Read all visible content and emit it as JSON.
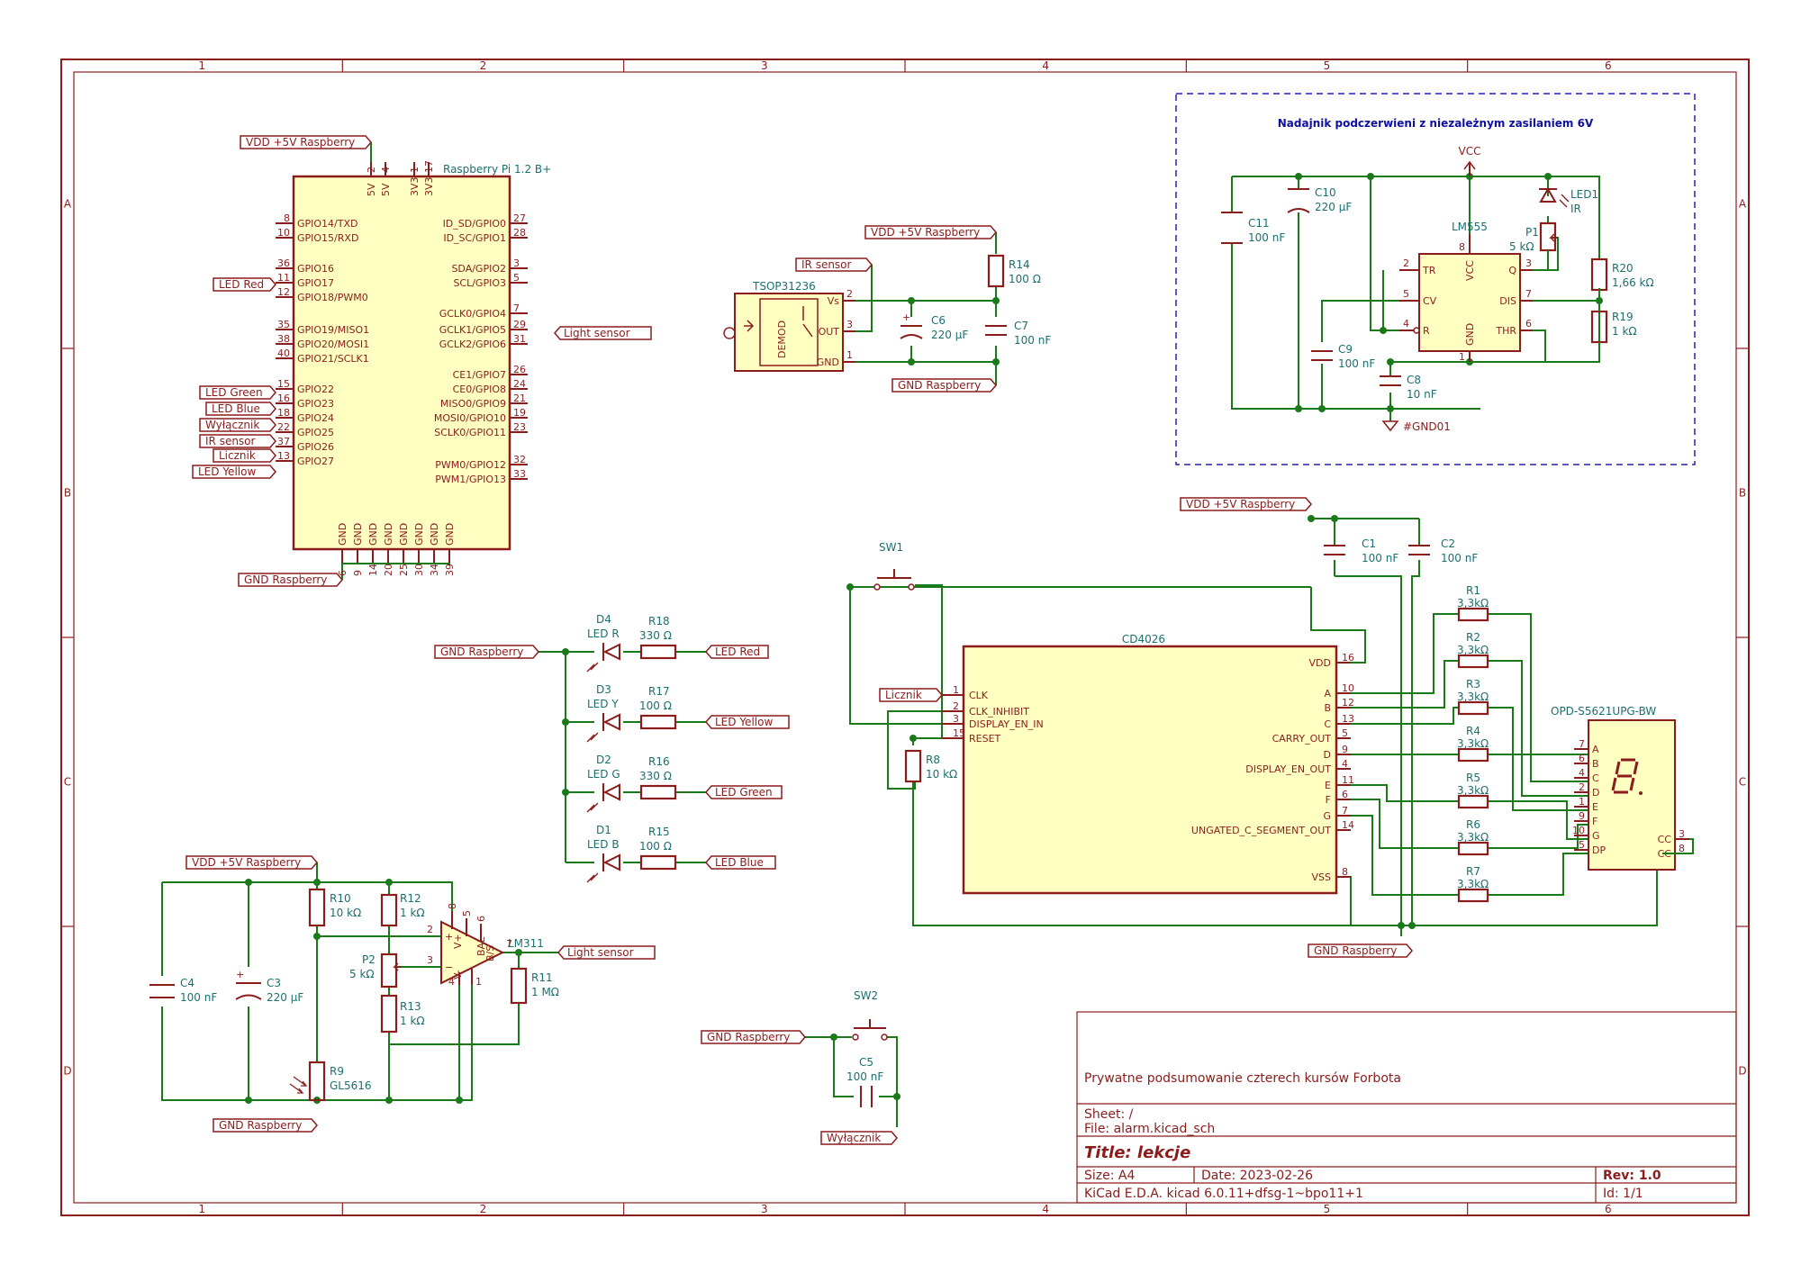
{
  "border": {
    "columns": [
      "1",
      "2",
      "3",
      "4",
      "5",
      "6"
    ],
    "rows": [
      "A",
      "B",
      "C",
      "D"
    ]
  },
  "title_block": {
    "comment": "Prywatne podsumowanie czterech kursów Forbota",
    "sheet": "Sheet: /",
    "file": "File: alarm.kicad_sch",
    "title": "Title: lekcje",
    "size": "Size: A4",
    "date": "Date: 2023-02-26",
    "rev": "Rev: 1.0",
    "generator": "KiCad E.D.A.  kicad 6.0.11+dfsg-1~bpo11+1",
    "id": "Id: 1/1"
  },
  "note_box": {
    "text": "Nadajnik podczerwieni z niezależnym zasilaniem 6V"
  },
  "labels": {
    "vdd_5v": "VDD +5V Raspberry",
    "gnd": "GND Raspberry",
    "led_red": "LED Red",
    "led_green": "LED Green",
    "led_blue": "LED Blue",
    "led_yellow": "LED Yellow",
    "wylacznik": "Wyłącznik",
    "ir_sensor": "IR sensor",
    "licznik": "Licznik",
    "light_sensor": "Light sensor",
    "vcc": "VCC",
    "gnd01": "#GND01"
  },
  "rpi": {
    "name": "Raspberry Pi 1.2 B+",
    "top_pins": [
      {
        "name": "5V",
        "num": "2"
      },
      {
        "name": "5V",
        "num": "4"
      },
      {
        "name": "3V3",
        "num": "1"
      },
      {
        "name": "3V3",
        "num": "17"
      }
    ],
    "left_pins": [
      {
        "name": "GPIO14/TXD",
        "num": "8"
      },
      {
        "name": "GPIO15/RXD",
        "num": "10"
      },
      {
        "name": "GPIO16",
        "num": "36"
      },
      {
        "name": "GPIO17",
        "num": "11"
      },
      {
        "name": "GPIO18/PWM0",
        "num": "12"
      },
      {
        "name": "GPIO19/MISO1",
        "num": "35"
      },
      {
        "name": "GPIO20/MOSI1",
        "num": "38"
      },
      {
        "name": "GPIO21/SCLK1",
        "num": "40"
      },
      {
        "name": "GPIO22",
        "num": "15"
      },
      {
        "name": "GPIO23",
        "num": "16"
      },
      {
        "name": "GPIO24",
        "num": "18"
      },
      {
        "name": "GPIO25",
        "num": "22"
      },
      {
        "name": "GPIO26",
        "num": "37"
      },
      {
        "name": "GPIO27",
        "num": "13"
      }
    ],
    "right_pins": [
      {
        "name": "ID_SD/GPIO0",
        "num": "27"
      },
      {
        "name": "ID_SC/GPIO1",
        "num": "28"
      },
      {
        "name": "SDA/GPIO2",
        "num": "3"
      },
      {
        "name": "SCL/GPIO3",
        "num": "5"
      },
      {
        "name": "GCLK0/GPIO4",
        "num": "7"
      },
      {
        "name": "GCLK1/GPIO5",
        "num": "29"
      },
      {
        "name": "GCLK2/GPIO6",
        "num": "31"
      },
      {
        "name": "CE1/GPIO7",
        "num": "26"
      },
      {
        "name": "CE0/GPIO8",
        "num": "24"
      },
      {
        "name": "MISO0/GPIO9",
        "num": "21"
      },
      {
        "name": "MOSI0/GPIO10",
        "num": "19"
      },
      {
        "name": "SCLK0/GPIO11",
        "num": "23"
      },
      {
        "name": "PWM0/GPIO12",
        "num": "32"
      },
      {
        "name": "PWM1/GPIO13",
        "num": "33"
      }
    ],
    "gnd_pin_name": "GND",
    "gnd_pins": [
      "6",
      "9",
      "14",
      "20",
      "25",
      "30",
      "34",
      "39"
    ]
  },
  "cd4026": {
    "name": "CD4026",
    "left_pins": [
      {
        "name": "CLK",
        "num": "1"
      },
      {
        "name": "CLK_INHIBIT",
        "num": "2"
      },
      {
        "name": "DISPLAY_EN_IN",
        "num": "3"
      },
      {
        "name": "RESET",
        "num": "15"
      }
    ],
    "right_pins": [
      {
        "name": "VDD",
        "num": "16"
      },
      {
        "name": "A",
        "num": "10"
      },
      {
        "name": "B",
        "num": "12"
      },
      {
        "name": "C",
        "num": "13"
      },
      {
        "name": "CARRY_OUT",
        "num": "5"
      },
      {
        "name": "D",
        "num": "9"
      },
      {
        "name": "DISPLAY_EN_OUT",
        "num": "4"
      },
      {
        "name": "E",
        "num": "11"
      },
      {
        "name": "F",
        "num": "6"
      },
      {
        "name": "G",
        "num": "7"
      },
      {
        "name": "UNGATED_C_SEGMENT_OUT",
        "num": "14"
      },
      {
        "name": "VSS",
        "num": "8"
      }
    ]
  },
  "display": {
    "name": "OPD-S5621UPG-BW",
    "left_pins": [
      {
        "name": "A",
        "num": "7"
      },
      {
        "name": "B",
        "num": "6"
      },
      {
        "name": "C",
        "num": "4"
      },
      {
        "name": "D",
        "num": "2"
      },
      {
        "name": "E",
        "num": "1"
      },
      {
        "name": "F",
        "num": "9"
      },
      {
        "name": "G",
        "num": "10"
      },
      {
        "name": "DP",
        "num": "5"
      }
    ],
    "right_pins": [
      {
        "name": "CC",
        "num": "3"
      },
      {
        "name": "CC",
        "num": "8"
      }
    ]
  },
  "lm555": {
    "name": "LM555",
    "pins": {
      "tr": {
        "name": "TR",
        "num": "2"
      },
      "cv": {
        "name": "CV",
        "num": "5"
      },
      "r": {
        "name": "R",
        "num": "4"
      },
      "vcc": {
        "name": "VCC",
        "num": "8"
      },
      "gnd": {
        "name": "GND",
        "num": "1"
      },
      "q": {
        "name": "Q",
        "num": "3"
      },
      "dis": {
        "name": "DIS",
        "num": "7"
      },
      "thr": {
        "name": "THR",
        "num": "6"
      }
    }
  },
  "tsop": {
    "name": "TSOP31236",
    "inner": "DEMOD",
    "pins": [
      {
        "name": "Vs",
        "num": "2"
      },
      {
        "name": "OUT",
        "num": "3"
      },
      {
        "name": "GND",
        "num": "1"
      }
    ]
  },
  "lm311": {
    "name": "LM311",
    "pins": [
      "2",
      "3",
      "8",
      "5",
      "6",
      "7",
      "4",
      "1"
    ],
    "marks": [
      "V+",
      "V-",
      "BAL",
      "B/S"
    ]
  },
  "components": {
    "R1": {
      "ref": "R1",
      "value": "3,3kΩ"
    },
    "R2": {
      "ref": "R2",
      "value": "3,3kΩ"
    },
    "R3": {
      "ref": "R3",
      "value": "3,3kΩ"
    },
    "R4": {
      "ref": "R4",
      "value": "3,3kΩ"
    },
    "R5": {
      "ref": "R5",
      "value": "3,3kΩ"
    },
    "R6": {
      "ref": "R6",
      "value": "3,3kΩ"
    },
    "R7": {
      "ref": "R7",
      "value": "3,3kΩ"
    },
    "R8": {
      "ref": "R8",
      "value": "10 kΩ"
    },
    "R9": {
      "ref": "R9",
      "value": "GL5616"
    },
    "R10": {
      "ref": "R10",
      "value": "10 kΩ"
    },
    "R11": {
      "ref": "R11",
      "value": "1 MΩ"
    },
    "R12": {
      "ref": "R12",
      "value": "1 kΩ"
    },
    "R13": {
      "ref": "R13",
      "value": "1 kΩ"
    },
    "R14": {
      "ref": "R14",
      "value": "100 Ω"
    },
    "R15": {
      "ref": "R15",
      "value": "100 Ω"
    },
    "R16": {
      "ref": "R16",
      "value": "330 Ω"
    },
    "R17": {
      "ref": "R17",
      "value": "100 Ω"
    },
    "R18": {
      "ref": "R18",
      "value": "330 Ω"
    },
    "R19": {
      "ref": "R19",
      "value": "1 kΩ"
    },
    "R20": {
      "ref": "R20",
      "value": "1,66 kΩ"
    },
    "P1": {
      "ref": "P1",
      "value": "5 kΩ"
    },
    "P2": {
      "ref": "P2",
      "value": "5 kΩ"
    },
    "C1": {
      "ref": "C1",
      "value": "100 nF"
    },
    "C2": {
      "ref": "C2",
      "value": "100 nF"
    },
    "C3": {
      "ref": "C3",
      "value": "220 µF"
    },
    "C4": {
      "ref": "C4",
      "value": "100 nF"
    },
    "C5": {
      "ref": "C5",
      "value": "100 nF"
    },
    "C6": {
      "ref": "C6",
      "value": "220 µF"
    },
    "C7": {
      "ref": "C7",
      "value": "100 nF"
    },
    "C8": {
      "ref": "C8",
      "value": "10 nF"
    },
    "C9": {
      "ref": "C9",
      "value": "100 nF"
    },
    "C10": {
      "ref": "C10",
      "value": "220 µF"
    },
    "C11": {
      "ref": "C11",
      "value": "100 nF"
    },
    "D1": {
      "ref": "D1",
      "value": "LED B"
    },
    "D2": {
      "ref": "D2",
      "value": "LED G"
    },
    "D3": {
      "ref": "D3",
      "value": "LED Y"
    },
    "D4": {
      "ref": "D4",
      "value": "LED R"
    },
    "LED1": {
      "ref": "LED1",
      "value": "IR"
    },
    "SW1": {
      "ref": "SW1"
    },
    "SW2": {
      "ref": "SW2"
    }
  }
}
